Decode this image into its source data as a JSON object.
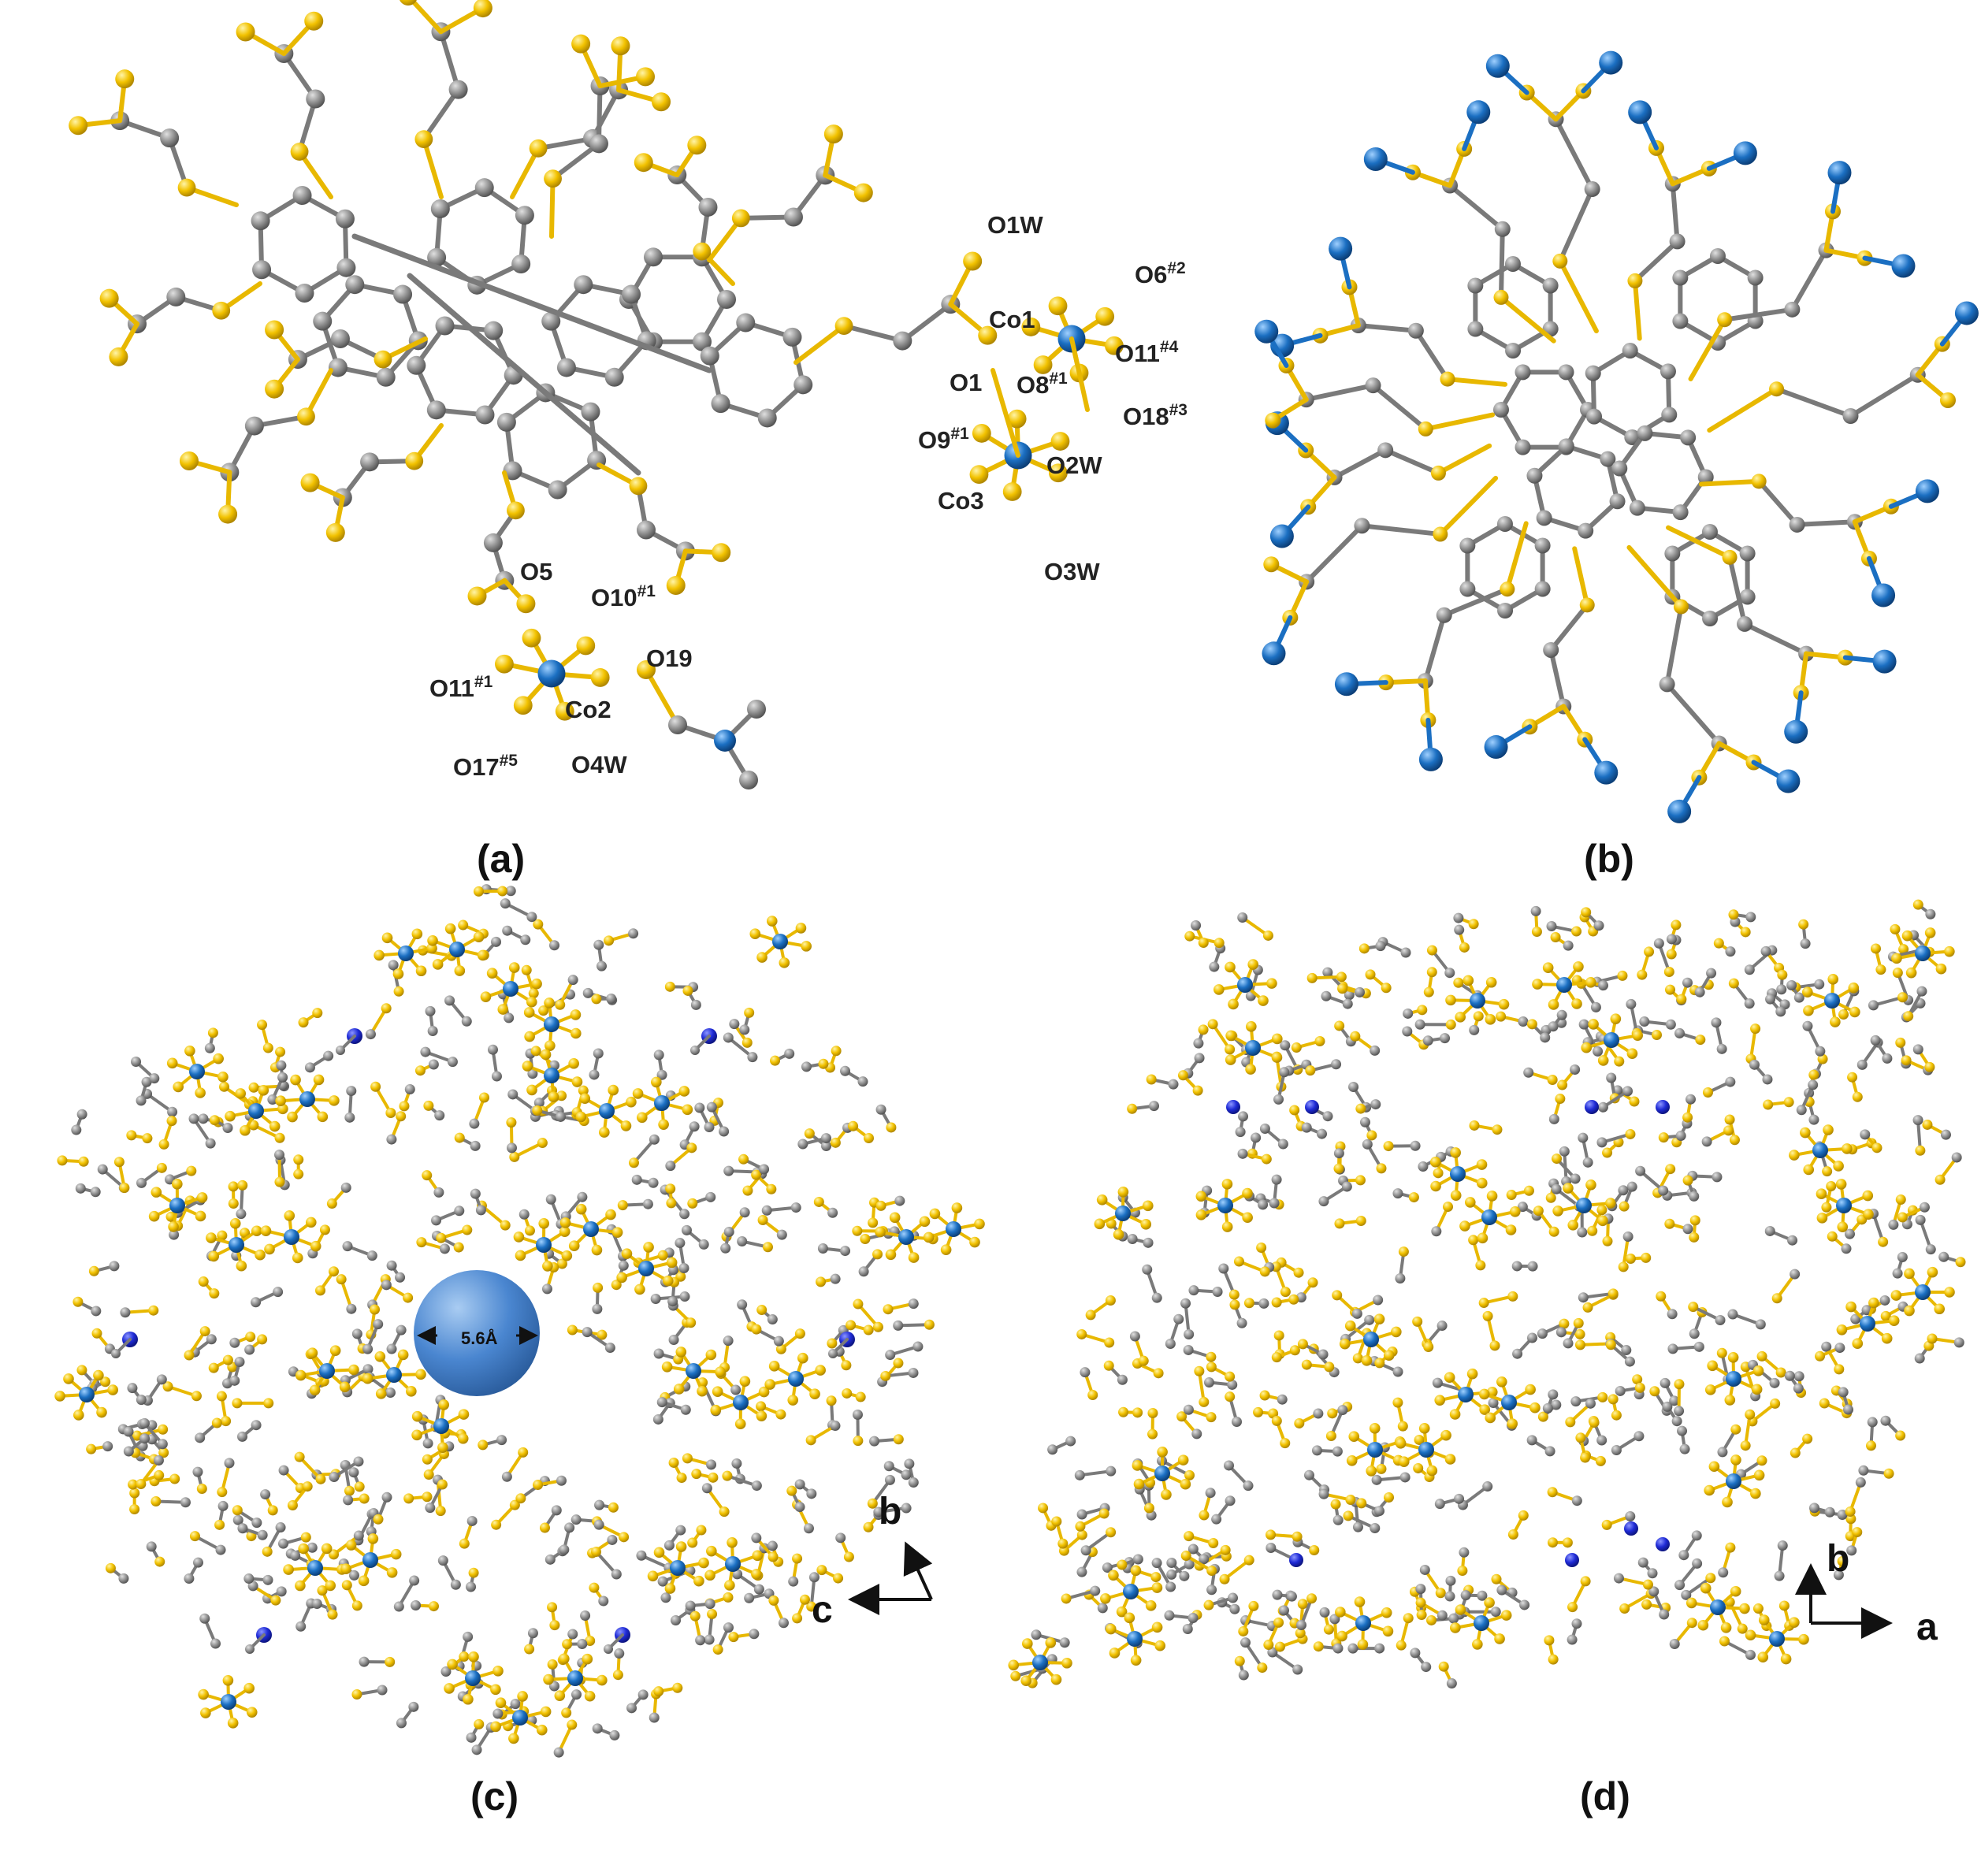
{
  "panels": {
    "a": {
      "caption": "(a)",
      "atom_labels": {
        "o1w": "O1W",
        "o6": "O6",
        "o6_sup": "#2",
        "co1": "Co1",
        "o11_4": "O11",
        "o11_4_sup": "#4",
        "o1": "O1",
        "o8": "O8",
        "o8_sup": "#1",
        "o18": "O18",
        "o18_sup": "#3",
        "o9": "O9",
        "o9_sup": "#1",
        "o2w": "O2W",
        "co3": "Co3",
        "o3w": "O3W",
        "o5": "O5",
        "o10": "O10",
        "o10_sup": "#1",
        "o19": "O19",
        "o11_1": "O11",
        "o11_1_sup": "#1",
        "co2": "Co2",
        "o17": "O17",
        "o17_sup": "#5",
        "o4w": "O4W"
      }
    },
    "b": {
      "caption": "(b)"
    },
    "c": {
      "caption": "(c)",
      "pore_label": "5.6Å",
      "axis_b": "b",
      "axis_c": "c"
    },
    "d": {
      "caption": "(d)",
      "axis_b": "b",
      "axis_a": "a"
    }
  },
  "colors": {
    "carbon": "#8a8a8a",
    "oxygen": "#f2c200",
    "cobalt": "#1b6fc2",
    "nitrogen": "#1f2bd6",
    "pore": "#4a86d0",
    "bond_c": "#7a7a7a",
    "bond_o": "#e8b800"
  }
}
